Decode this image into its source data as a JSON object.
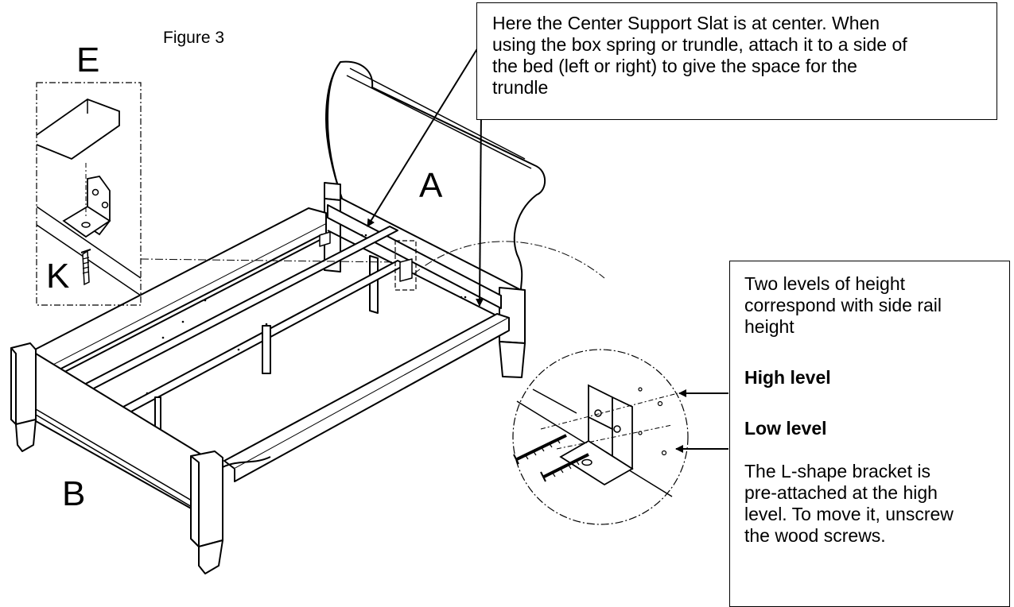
{
  "figure_label": "Figure 3",
  "part_labels": {
    "headboard": "A",
    "footboard": "B",
    "detail_view": "E",
    "screw": "K"
  },
  "callout_top": {
    "lines": [
      "Here the Center Support Slat is at center. When",
      "using the box spring or trundle, attach it to a side of",
      "the bed (left or right) to give the space for the",
      "trundle"
    ]
  },
  "callout_right": {
    "intro_lines": [
      "Two levels of height",
      "correspond with side rail",
      "height"
    ],
    "high_level": "High level",
    "low_level": "Low level",
    "note_lines": [
      "The L-shape bracket is",
      "pre-attached at the high",
      "level. To move it, unscrew",
      "the wood screws."
    ]
  }
}
